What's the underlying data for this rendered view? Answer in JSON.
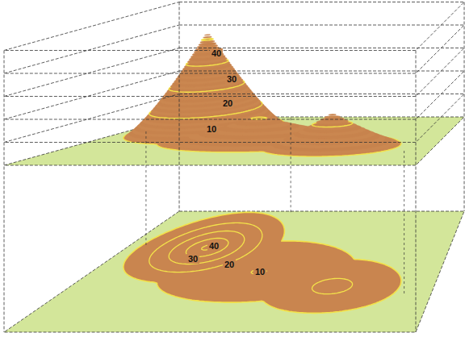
{
  "diagram": {
    "labels": [
      "40",
      "30",
      "20",
      "10",
      "40",
      "30",
      "20",
      "10"
    ]
  }
}
